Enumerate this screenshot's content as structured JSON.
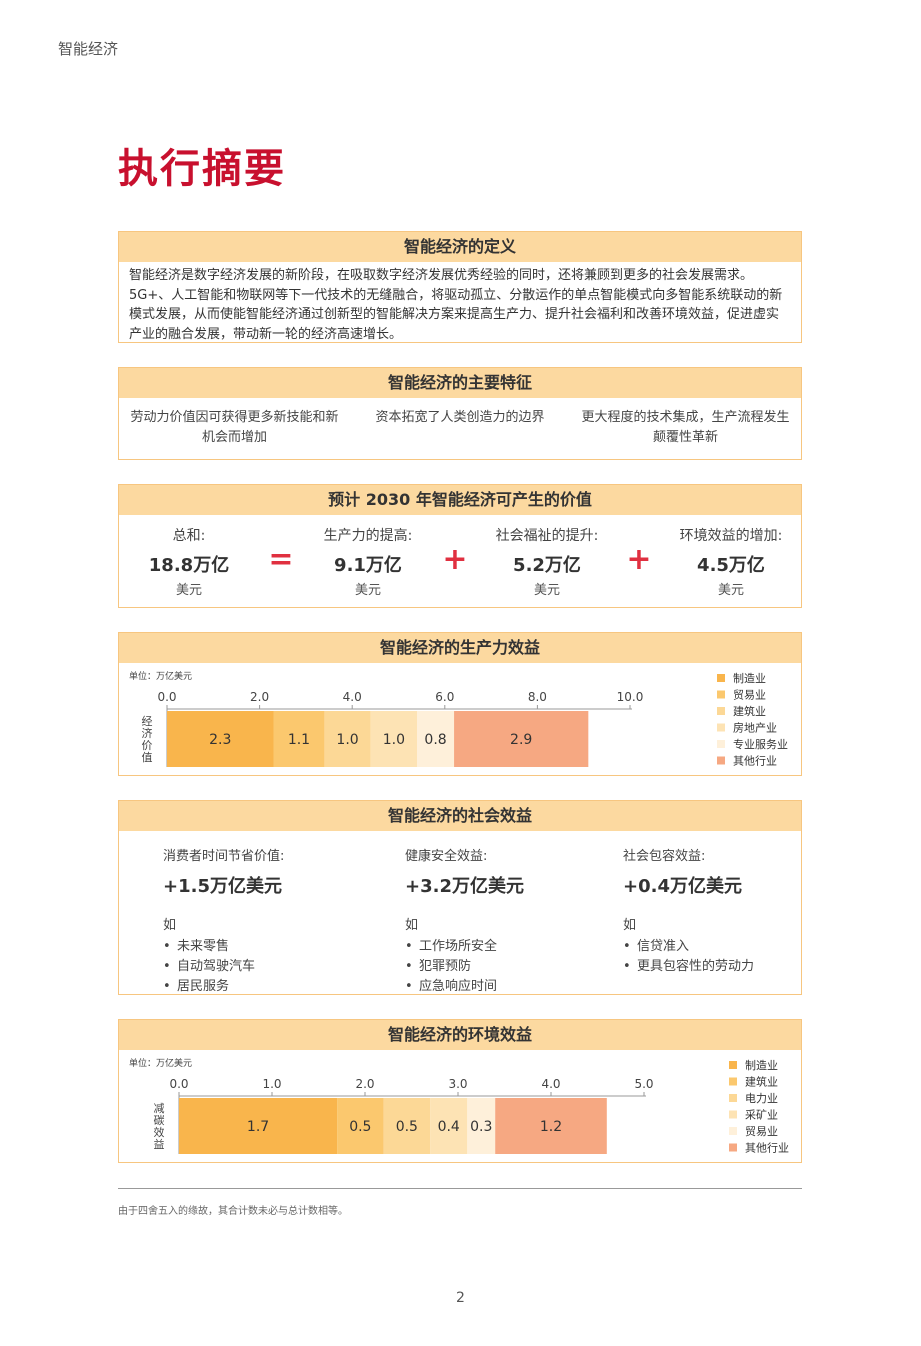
{
  "header": "智能经济",
  "title": "执行摘要",
  "definition": {
    "heading": "智能经济的定义",
    "text": "智能经济是数字经济发展的新阶段，在吸取数字经济发展优秀经验的同时，还将兼顾到更多的社会发展需求。5G+、人工智能和物联网等下一代技术的无缝融合，将驱动孤立、分散运作的单点智能模式向多智能系统联动的新模式发展，从而使能智能经济通过创新型的智能解决方案来提高生产力、提升社会福利和改善环境效益，促进虚实产业的融合发展，带动新一轮的经济高速增长。"
  },
  "features": {
    "heading": "智能经济的主要特征",
    "items": [
      "劳动力价值因可获得更多新技能和新机会而增加",
      "资本拓宽了人类创造力的边界",
      "更大程度的技术集成，生产流程发生颠覆性革新"
    ]
  },
  "value": {
    "heading": "预计 2030 年智能经济可产生的价值",
    "items": [
      {
        "label": "总和:",
        "value": "18.8万亿",
        "unit": "美元"
      },
      {
        "label": "生产力的提高:",
        "value": "9.1万亿",
        "unit": "美元"
      },
      {
        "label": "社会福祉的提升:",
        "value": "5.2万亿",
        "unit": "美元"
      },
      {
        "label": "环境效益的增加:",
        "value": "4.5万亿",
        "unit": "美元"
      }
    ],
    "ops": [
      "=",
      "+",
      "+"
    ]
  },
  "productivity": {
    "heading": "智能经济的生产力效益"
  },
  "social": {
    "heading": "智能经济的社会效益",
    "columns": [
      {
        "label": "消费者时间节省价值:",
        "value": "+1.5万亿美元",
        "ex": "如",
        "items": [
          "未来零售",
          "自动驾驶汽车",
          "居民服务"
        ]
      },
      {
        "label": "健康安全效益:",
        "value": "+3.2万亿美元",
        "ex": "如",
        "items": [
          "工作场所安全",
          "犯罪预防",
          "应急响应时间"
        ]
      },
      {
        "label": "社会包容效益:",
        "value": "+0.4万亿美元",
        "ex": "如",
        "items": [
          "信贷准入",
          "更具包容性的劳动力"
        ]
      }
    ]
  },
  "environment": {
    "heading": "智能经济的环境效益"
  },
  "chart_data": [
    {
      "type": "bar",
      "orientation": "horizontal-stacked",
      "unit_label": "单位：万亿美元",
      "ylabel": "经济价值",
      "xlim": [
        0,
        10
      ],
      "ticks": [
        0.0,
        2.0,
        4.0,
        6.0,
        8.0,
        10.0
      ],
      "tick_labels": [
        "0.0",
        "2.0",
        "4.0",
        "6.0",
        "8.0",
        "10.0"
      ],
      "series": [
        {
          "name": "制造业",
          "value": 2.3,
          "label": "2.3",
          "color": "#f9b54c"
        },
        {
          "name": "贸易业",
          "value": 1.1,
          "label": "1.1",
          "color": "#fbc86e"
        },
        {
          "name": "建筑业",
          "value": 1.0,
          "label": "1.0",
          "color": "#fcd896"
        },
        {
          "name": "房地产业",
          "value": 1.0,
          "label": "1.0",
          "color": "#fde3b4"
        },
        {
          "name": "专业服务业",
          "value": 0.8,
          "label": "0.8",
          "color": "#fef0da"
        },
        {
          "name": "其他行业",
          "value": 2.9,
          "label": "2.9",
          "color": "#f6a882"
        }
      ],
      "legend": "right"
    },
    {
      "type": "bar",
      "orientation": "horizontal-stacked",
      "unit_label": "单位：万亿美元",
      "ylabel": "减碳效益",
      "xlim": [
        0,
        5
      ],
      "ticks": [
        0.0,
        1.0,
        2.0,
        3.0,
        4.0,
        5.0
      ],
      "tick_labels": [
        "0.0",
        "1.0",
        "2.0",
        "3.0",
        "4.0",
        "5.0"
      ],
      "series": [
        {
          "name": "制造业",
          "value": 1.7,
          "label": "1.7",
          "color": "#f9b54c"
        },
        {
          "name": "建筑业",
          "value": 0.5,
          "label": "0.5",
          "color": "#fbc86e"
        },
        {
          "name": "电力业",
          "value": 0.5,
          "label": "0.5",
          "color": "#fcd896"
        },
        {
          "name": "采矿业",
          "value": 0.4,
          "label": "0.4",
          "color": "#fde3b4"
        },
        {
          "name": "贸易业",
          "value": 0.3,
          "label": "0.3",
          "color": "#fef0da"
        },
        {
          "name": "其他行业",
          "value": 1.2,
          "label": "1.2",
          "color": "#f6a882"
        }
      ],
      "legend": "right"
    }
  ],
  "footnote": "由于四舍五入的缘故，其合计数未必与总计数相等。",
  "page_number": "2"
}
